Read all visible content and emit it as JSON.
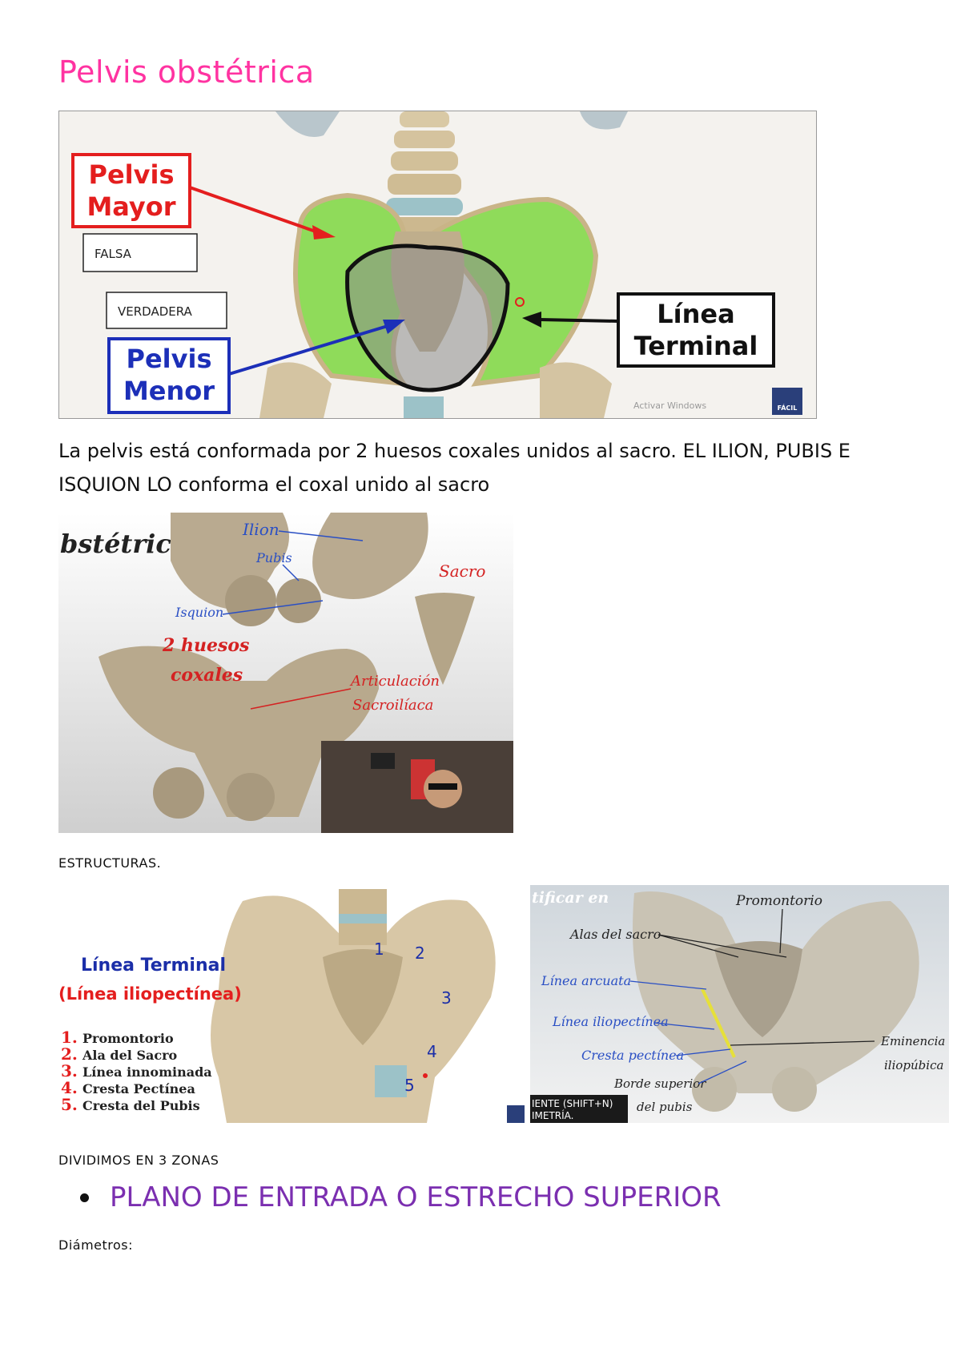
{
  "document": {
    "title": "Pelvis obstétrica",
    "paragraph": "La pelvis está conformada por 2 huesos coxales unidos al sacro. EL ILION, PUBIS E ISQUION LO conforma el coxal unido al sacro",
    "estructuras_label": "ESTRUCTURAS.",
    "dividimos_label": "DIVIDIMOS EN 3 ZONAS",
    "bullet": "PLANO DE ENTRADA O ESTRECHO SUPERIOR",
    "diametros_label": "Diámetros:"
  },
  "colors": {
    "title": "#ff33a1",
    "bullet": "#7b2fb0",
    "red_label": "#e41e1e",
    "blue_label": "#1c2fb8",
    "green_area": "#8fdb5a",
    "bone": "#d8c8a8"
  },
  "figure1": {
    "pelvis_mayor_line1": "Pelvis",
    "pelvis_mayor_line2": "Mayor",
    "pelvis_menor_line1": "Pelvis",
    "pelvis_menor_line2": "Menor",
    "linea_terminal_line1": "Línea",
    "linea_terminal_line2": "Terminal",
    "falsa": "FALSA",
    "verdadera": "VERDADERA",
    "watermark": "Activar Windows",
    "logo": "FÁCIL"
  },
  "figure2": {
    "header": "bstétrica",
    "ilion": "Ilion",
    "pubis": "Pubis",
    "isquion": "Isquion",
    "sacro": "Sacro",
    "huesos_line1": "2 huesos",
    "huesos_line2": "coxales",
    "articulacion_line1": "Articulación",
    "articulacion_line2": "Sacroilíaca"
  },
  "figure3": {
    "title_line1": "Línea Terminal",
    "title_line2": "(Línea iliopectínea)",
    "list": [
      {
        "num": "1.",
        "label": "Promontorio"
      },
      {
        "num": "2.",
        "label": "Ala del Sacro"
      },
      {
        "num": "3.",
        "label": "Línea innominada"
      },
      {
        "num": "4.",
        "label": "Cresta Pectínea"
      },
      {
        "num": "5.",
        "label": "Cresta del Pubis"
      }
    ],
    "markers": [
      "1",
      "2",
      "3",
      "4",
      "5"
    ]
  },
  "figure4": {
    "header": "tificar en",
    "promontorio": "Promontorio",
    "alas_del_sacro": "Alas del sacro",
    "linea_arcuata": "Línea arcuata",
    "linea_iliopectinea": "Línea iliopectínea",
    "cresta_pectinea": "Cresta pectínea",
    "borde_superior_line1": "Borde superior",
    "borde_superior_line2": "del pubis",
    "eminencia_line1": "Eminencia",
    "eminencia_line2": "iliopúbica",
    "bar_line1": "IENTE (SHIFT+N)",
    "bar_line2": "IMETRÍA."
  }
}
